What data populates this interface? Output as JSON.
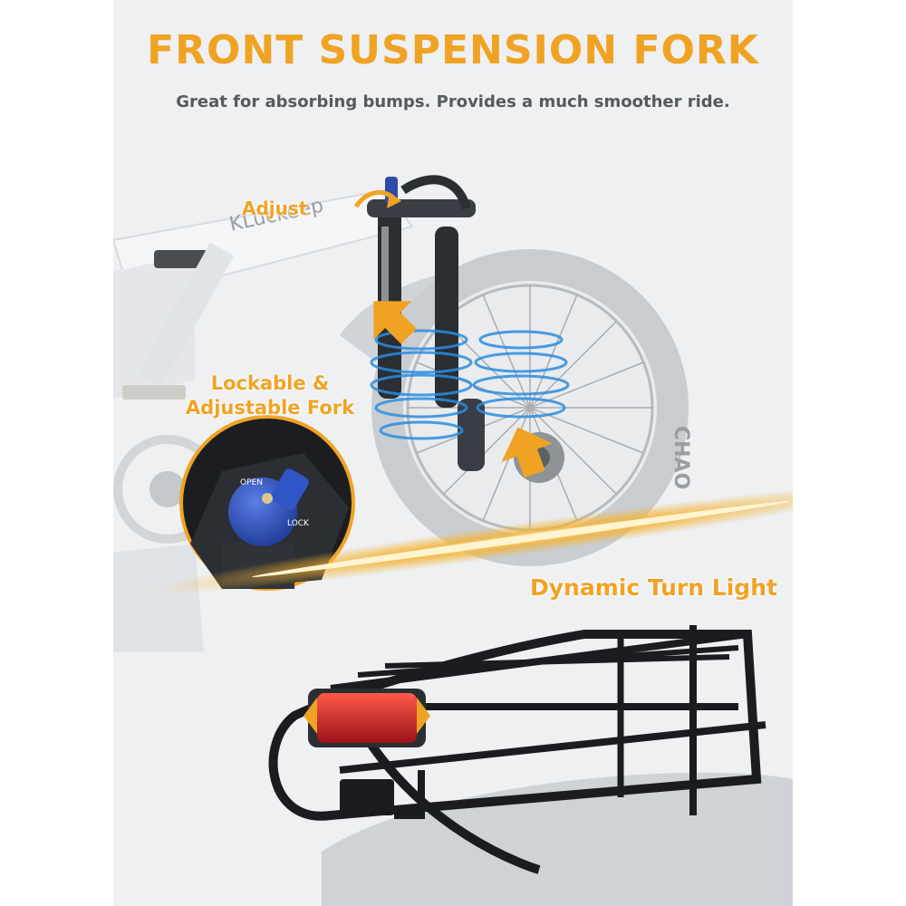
{
  "headline": "FRONT SUSPENSION FORK",
  "subheadline": "Great for absorbing bumps. Provides a much smoother ride.",
  "callouts": {
    "adjust": "Adjust",
    "lockable_line1": "Lockable &",
    "lockable_line2": "Adjustable Fork",
    "turn_light": "Dynamic Turn Light"
  },
  "brand_text": "KLuckeep",
  "tire_text": "CHAO",
  "knob": {
    "open": "OPEN",
    "lock": "LOCK"
  },
  "colors": {
    "accent_orange": "#f0a323",
    "subtitle_gray": "#555a5f",
    "background": "#eef0f2",
    "motion_blue": "#2a8de0",
    "lock_knob_blue": "#2a4fb8",
    "tail_light_red": "#d6212b"
  }
}
